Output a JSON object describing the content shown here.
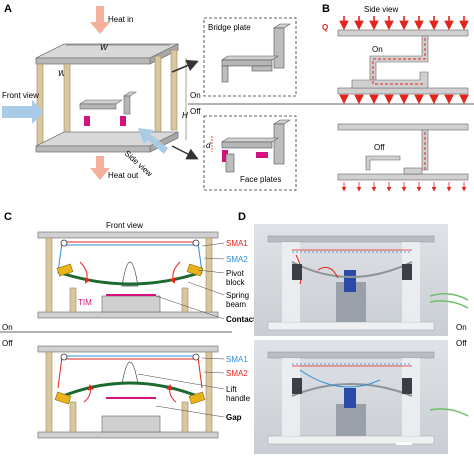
{
  "panels": {
    "A": {
      "letter": "A",
      "heat_in": "Heat in",
      "heat_out": "Heat out",
      "front_view": "Front view",
      "side_view": "Side view",
      "dim_w_upper": "W",
      "dim_w_lower": "W",
      "dim_h": "H",
      "dim_d": "d",
      "bridge_plate": "Bridge plate",
      "face_plates": "Face plates"
    },
    "B": {
      "letter": "B",
      "title": "Side view",
      "q_label": "Q",
      "on_label": "On",
      "off_label": "Off"
    },
    "C": {
      "letter": "C",
      "title": "Front view",
      "sma1": "SMA1",
      "sma2": "SMA2",
      "pivot_block": "Pivot\nblock",
      "spring_beam": "Spring\nbeam",
      "tim": "TIM",
      "contact": "Contact",
      "lift_handle": "Lift\nhandle",
      "gap": "Gap"
    },
    "D": {
      "letter": "D"
    }
  },
  "state_labels": {
    "on_left": "On",
    "off_left": "Off",
    "on_mid": "On",
    "off_mid": "Off",
    "on_right": "On",
    "off_right": "Off"
  },
  "colors": {
    "heat_arrow": "#f4b09a",
    "q_arrows": "#e4231b",
    "sma1": "#e4231b",
    "sma2": "#2e8fd6",
    "tim": "#d4127f",
    "spring_beam": "#1d6a2f",
    "pivot_block": "#e9b21b",
    "frame": "#c8b58e",
    "view_arrow": "#a9cbe6"
  }
}
